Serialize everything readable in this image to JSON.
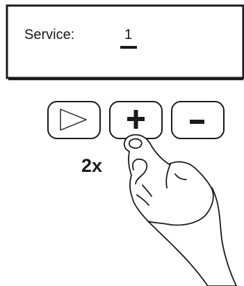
{
  "display": {
    "label": "Service:",
    "value": "1"
  },
  "buttons": [
    {
      "name": "play-button",
      "icon": "play-triangle-icon"
    },
    {
      "name": "plus-button",
      "icon": "plus-icon"
    },
    {
      "name": "minus-button",
      "icon": "minus-icon"
    }
  ],
  "instruction": {
    "press_count": "2x"
  },
  "colors": {
    "ink": "#1a1a1a",
    "background": "#ffffff"
  }
}
